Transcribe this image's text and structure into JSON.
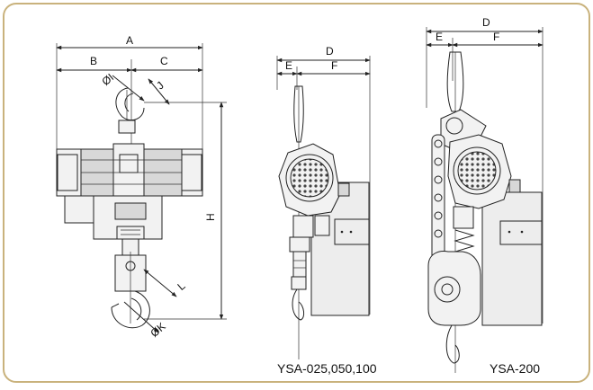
{
  "colors": {
    "border": "#c9b27c",
    "line": "#222222",
    "fill_light": "#f2f2f2",
    "fill_mid": "#d8d8d8",
    "panel": "#ededed"
  },
  "views": {
    "front": {
      "dims": {
        "a": "A",
        "b": "B",
        "c": "C",
        "i": "ØI",
        "j": "J",
        "h": "H",
        "l": "L",
        "k": "ØK"
      }
    },
    "side_small": {
      "dims": {
        "d": "D",
        "e": "E",
        "f": "F"
      },
      "model_label": "YSA-025,050,100"
    },
    "side_large": {
      "dims": {
        "d": "D",
        "e": "E",
        "f": "F"
      },
      "model_label": "YSA-200"
    }
  }
}
